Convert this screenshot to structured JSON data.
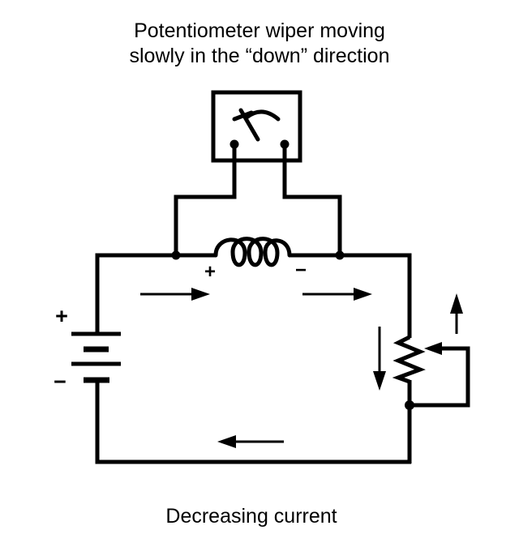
{
  "title": {
    "line1": "Potentiometer wiper moving",
    "line2": "slowly in the “down” direction"
  },
  "caption": {
    "text": "Decreasing current"
  },
  "battery": {
    "plus_label": "+",
    "minus_label": "−"
  },
  "inductor": {
    "plus_label": "+",
    "minus_label": "−"
  },
  "colors": {
    "ink": "#000000",
    "background": "#ffffff"
  },
  "icons": {
    "meter": "panel-meter-with-needle",
    "current_flow": "right-left-arrows",
    "wiper_motion": "up-arrow",
    "pot_branch_current": "down-arrow"
  }
}
